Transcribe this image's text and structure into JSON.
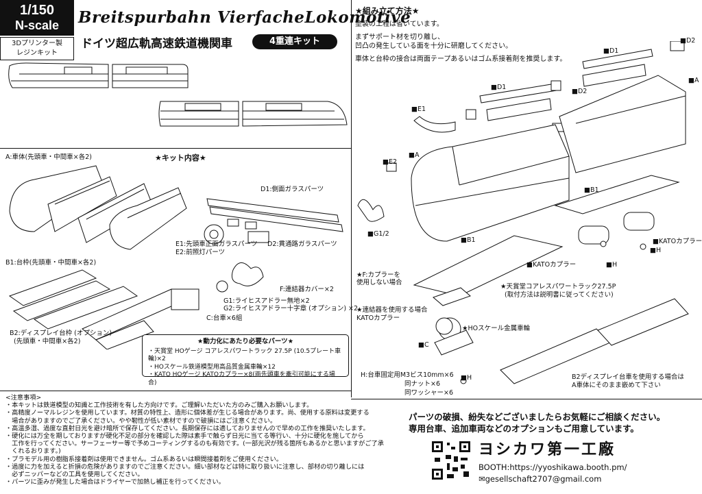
{
  "header": {
    "scale_1": "1/150",
    "scale_2": "N-scale",
    "type_1": "3Dプリンター製",
    "type_2": "レジンキット",
    "title": "Breitspurbahn VierfacheLokomotive",
    "subtitle": "ドイツ超広軌高速鉄道機関車",
    "kit_badge": "4重連キット"
  },
  "kit_contents": {
    "heading": "★キット内容★",
    "a_body": "A:車体(先頭車・中間車×各2)",
    "b1": "B1:台枠(先頭車・中間車×各2)",
    "b2_1": "B2:ディスプレイ台枠 (オプション)",
    "b2_2": "(先頭車・中間車×各2)",
    "c": "C:台車×6組",
    "d1": "D1:側面ガラスパーツ",
    "d2": "D2:貫通路ガラスパーツ",
    "e1": "E1:先頭車正面ガラスパーツ",
    "e2": "E2:前照灯パーツ",
    "f": "F:連結器カバー×2",
    "g1": "G1:ライヒスアドラー無地×2",
    "g2": "G2:ライヒスアドラー十字章 (オプション) ×2"
  },
  "required_parts": {
    "heading": "★動力化にあたり必要なパーツ★",
    "items": [
      "・天賞堂 HOゲージ コアレスパワートラック 27.5P (10.5プレート車輪)×2",
      "・HOスケール鉄道模型用高品質金属車輪×12",
      "・KATO HOゲージ KATOカプラー×8(両先頭車を牽引可能にする場合)"
    ]
  },
  "notes": {
    "heading": "<注意事項>",
    "lines": [
      "・本キットは鉄道模型の知識と工作技術を有した方向けです。ご理解いただいた方のみご購入お願いします。",
      "・高精度ノーマルレジンを使用しています。材質の特性上、造形に個体差が生じる場合があります。尚、使用する原料は変更する",
      "　場合がありますのでご了承ください。やや靭性が低い素材ですので破損にはご注意ください。",
      "・高温多湿、過度な直射日光を避け暗所で保存してください。長期保存には適しておりませんので早めの工作を推奨いたします。",
      "・硬化には万全を期しておりますが硬化不足の部分を確認した際は素手で触らず日光に当てる等行い、十分に硬化を施してから",
      "　工作を行ってください。サーフェーサー等で予めコーティングするのも有効です。(一部光沢が残る箇所もあるかと思いますがご了承",
      "　くれるおります。)",
      "・プラモデル用の樹脂系接着剤は使用できません。ゴム系あるいは瞬間接着剤をご使用ください。",
      "・過度に力を加えると折損の危険がありますのでご注意ください。細い部材などは特に取り扱いに注意し、部材の切り離しには",
      "　必ずニッパーなどの工具を使用してください。",
      "・パーツに歪みが発生した場合はドライヤーで加熱し補正を行ってください。"
    ]
  },
  "assembly": {
    "heading": "★組み立て方法★",
    "p1": "塗装の工程は省いています。",
    "p2a": "まずサポート材を切り離し、",
    "p2b": "凹凸の発生している面を十分に研磨してください。",
    "p3": "車体と台枠の接合は両面テープあるいはゴム系接着剤を推奨します。"
  },
  "diagram_labels": {
    "d1_a": "■D1",
    "d1_b": "■D1",
    "d2_a": "■D2",
    "d2_b": "■D2",
    "a_1": "■A",
    "a_2": "■A",
    "e1": "■E1",
    "e2": "■E2",
    "g12": "■G1/2",
    "b1_a": "■B1",
    "b1_b": "■B1",
    "kato_1": "■KATOカプラー",
    "kato_2": "■KATOカプラー",
    "h_1": "■H",
    "h_2": "■H",
    "h_3": "■H",
    "f_1": "★F:カプラーを",
    "f_2": "使用しない場合",
    "tenshodo_1": "★天賞堂コアレスパワートラック27.5P",
    "tenshodo_2": "(取付方法は説明書に従ってください)",
    "coupler_1": "★連結器を使用する場合",
    "coupler_2": "KATOカプラー",
    "wheel": "★HOスケール金属車輪",
    "c": "■C",
    "screw_1": "H:台車固定用M3ビス10mm×6",
    "screw_2": "同ナット×6",
    "screw_3": "同ワッシャー×6",
    "b2_1": "B2ディスプレイ台車を使用する場合は",
    "b2_2": "A車体にそのまま嵌めて下さい"
  },
  "contact": {
    "line1": "パーツの破損、紛失などございましたらお気軽にご相談ください。",
    "line2": "専用台車、追加車両などのオプションもご用意しています。",
    "maker": "ヨシカワ第一工廠",
    "booth": "BOOTH:https://yyoshikawa.booth.pm/",
    "mail": "✉gesellschaft2707@gmail.com"
  }
}
